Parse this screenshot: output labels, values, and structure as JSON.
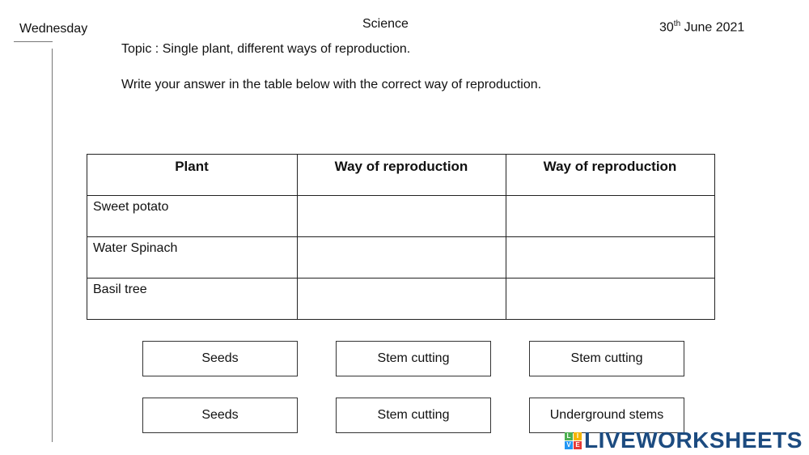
{
  "header": {
    "day": "Wednesday",
    "subject": "Science",
    "date_day": "30",
    "date_suffix": "th",
    "date_rest": " June 2021"
  },
  "topic": "Topic : Single plant, different ways of reproduction.",
  "instruction": "Write your answer in the table below with the correct way of reproduction.",
  "table": {
    "headers": [
      "Plant",
      "Way of reproduction",
      "Way of reproduction"
    ],
    "rows": [
      {
        "plant": "Sweet potato",
        "answers": [
          "",
          ""
        ]
      },
      {
        "plant": "Water Spinach",
        "answers": [
          "",
          ""
        ]
      },
      {
        "plant": "Basil tree",
        "answers": [
          "",
          ""
        ]
      }
    ]
  },
  "options": [
    "Seeds",
    "Stem cutting",
    "Stem cutting",
    "Seeds",
    "Stem cutting",
    "Underground stems"
  ],
  "logo": {
    "text": "LIVEWORKSHEETS",
    "tiles": [
      "L",
      "I",
      "V",
      "E"
    ],
    "tile_colors": [
      "#4caf50",
      "#f4b400",
      "#2196f3",
      "#e53935"
    ],
    "color": "#1c4b80"
  }
}
